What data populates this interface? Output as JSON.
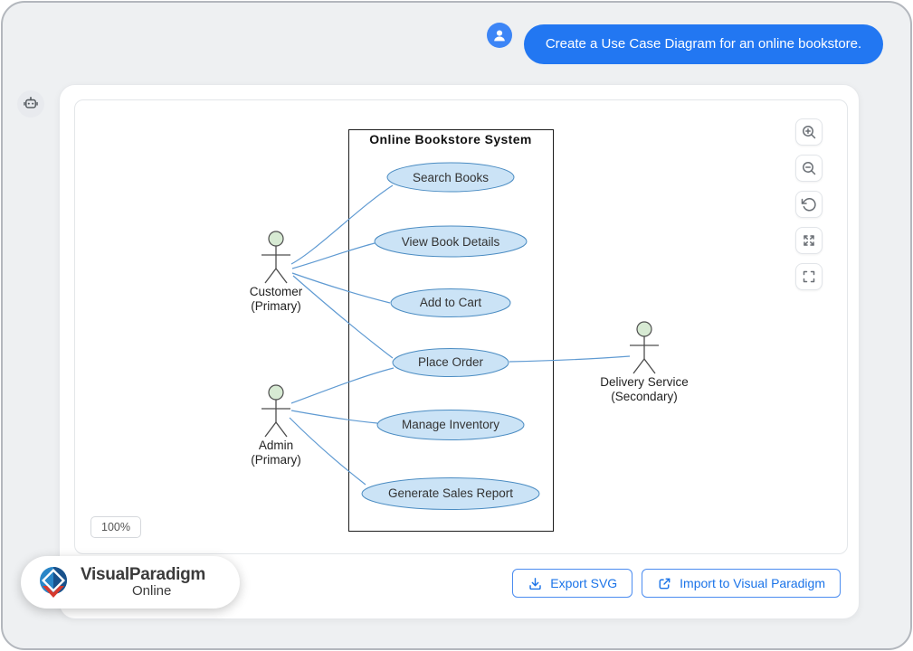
{
  "theme": {
    "accent": "#1a73e8",
    "bubble_blue": "#2277f2",
    "avatar_blue": "#3c85f6",
    "window_bg": "#eef0f2"
  },
  "chat": {
    "user_message": "Create a Use Case Diagram for an online bookstore."
  },
  "canvas": {
    "zoom_level": "100%"
  },
  "toolbar": {
    "buttons": [
      {
        "id": "zoom-in",
        "icon": "magnifier-plus-icon"
      },
      {
        "id": "zoom-out",
        "icon": "magnifier-minus-icon"
      },
      {
        "id": "reset-view",
        "icon": "rotate-ccw-icon"
      },
      {
        "id": "expand",
        "icon": "arrows-out-icon"
      },
      {
        "id": "fullscreen",
        "icon": "fullscreen-corners-icon"
      }
    ]
  },
  "diagram": {
    "system_title": "Online Bookstore System",
    "use_cases": [
      {
        "label": "Search Books"
      },
      {
        "label": "View Book Details"
      },
      {
        "label": "Add to Cart"
      },
      {
        "label": "Place Order"
      },
      {
        "label": "Manage Inventory"
      },
      {
        "label": "Generate Sales Report"
      }
    ],
    "actors": [
      {
        "name": "Customer",
        "stereotype": "(Primary)"
      },
      {
        "name": "Admin",
        "stereotype": "(Primary)"
      },
      {
        "name": "Delivery Service",
        "stereotype": "(Secondary)"
      }
    ],
    "associations": [
      [
        "Customer",
        "Search Books"
      ],
      [
        "Customer",
        "View Book Details"
      ],
      [
        "Customer",
        "Add to Cart"
      ],
      [
        "Customer",
        "Place Order"
      ],
      [
        "Admin",
        "Place Order"
      ],
      [
        "Admin",
        "Manage Inventory"
      ],
      [
        "Admin",
        "Generate Sales Report"
      ],
      [
        "Delivery Service",
        "Place Order"
      ]
    ],
    "colors": {
      "usecase_fill": "#cbe3f6",
      "usecase_stroke": "#4b8cc2",
      "connector": "#5f9ad2",
      "actor_head_fill": "#d7ead3",
      "actor_stroke": "#4d4d4d"
    }
  },
  "footer": {
    "export_button": "Export SVG",
    "import_button": "Import to Visual Paradigm"
  },
  "logo": {
    "word1": "Visual",
    "word2": "Paradigm",
    "word3": "Online"
  }
}
